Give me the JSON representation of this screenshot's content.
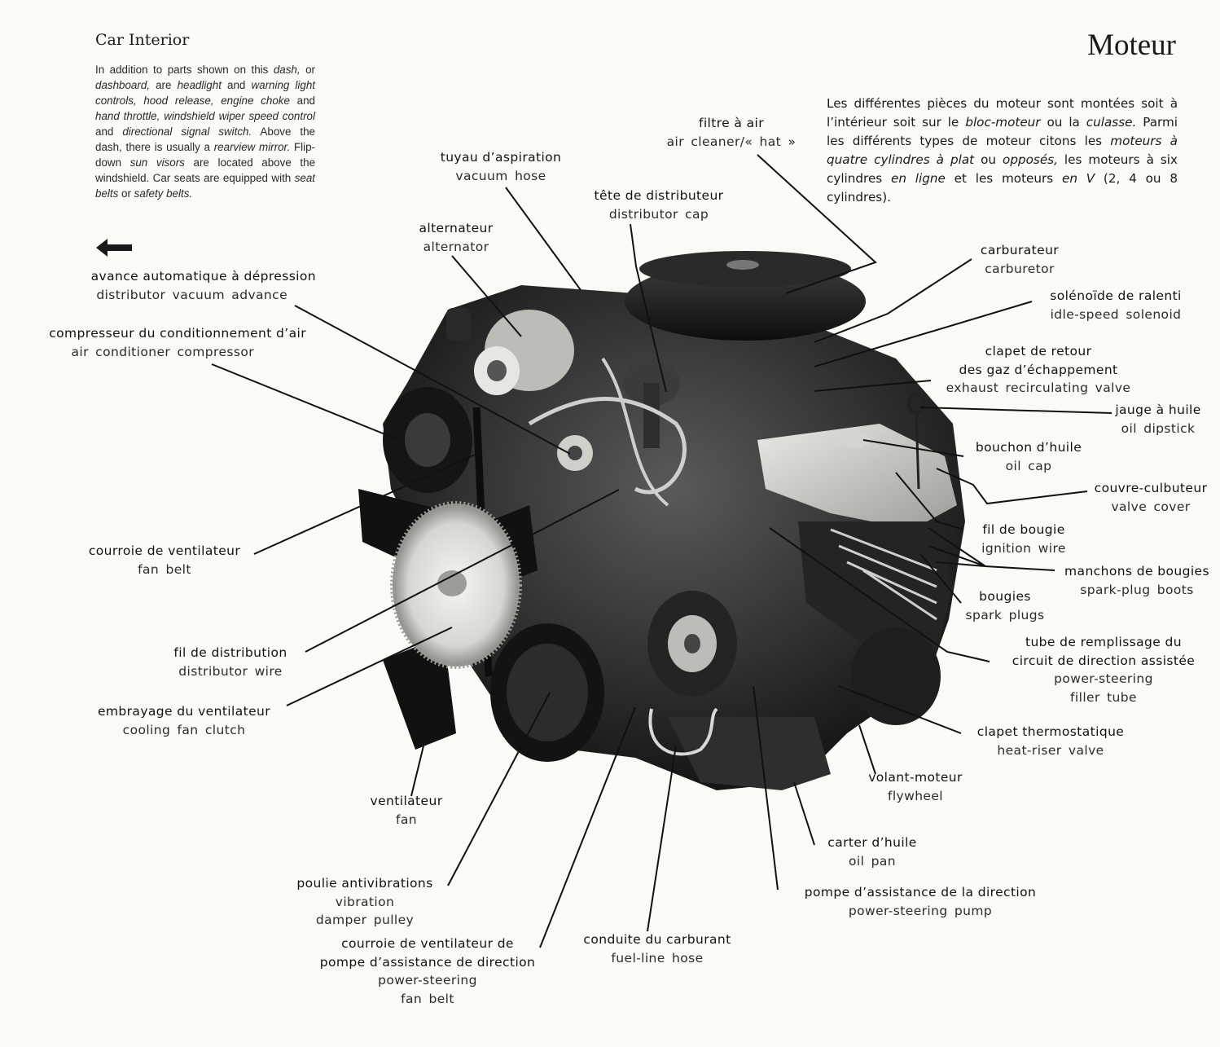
{
  "sidebar": {
    "title": "Car Interior",
    "text_parts": [
      {
        "t": "In addition to parts shown on this ",
        "i": false
      },
      {
        "t": "dash,",
        "i": true
      },
      {
        "t": " or ",
        "i": false
      },
      {
        "t": "dashboard,",
        "i": true
      },
      {
        "t": " are ",
        "i": false
      },
      {
        "t": "headlight",
        "i": true
      },
      {
        "t": " and ",
        "i": false
      },
      {
        "t": "warning light controls,",
        "i": true
      },
      {
        "t": " ",
        "i": false
      },
      {
        "t": "hood release,",
        "i": true
      },
      {
        "t": " ",
        "i": false
      },
      {
        "t": "engine choke",
        "i": true
      },
      {
        "t": " and ",
        "i": false
      },
      {
        "t": "hand throttle,",
        "i": true
      },
      {
        "t": " ",
        "i": false
      },
      {
        "t": "windshield wiper speed control",
        "i": true
      },
      {
        "t": " and ",
        "i": false
      },
      {
        "t": "directional signal switch.",
        "i": true
      },
      {
        "t": " Above the dash, there is usually a ",
        "i": false
      },
      {
        "t": "rearview mirror.",
        "i": true
      },
      {
        "t": " Flip-down ",
        "i": false
      },
      {
        "t": "sun visors",
        "i": true
      },
      {
        "t": " are located above the windshield. Car seats are equipped with ",
        "i": false
      },
      {
        "t": "seat belts",
        "i": true
      },
      {
        "t": " or ",
        "i": false
      },
      {
        "t": "safety belts.",
        "i": true
      }
    ],
    "arrow_icon": "left-arrow-icon"
  },
  "page": {
    "title": "Moteur",
    "intro_parts": [
      {
        "t": "Les différentes pièces du moteur sont montées soit à l’intérieur soit sur le ",
        "i": false
      },
      {
        "t": "bloc-moteur",
        "i": true
      },
      {
        "t": " ou la ",
        "i": false
      },
      {
        "t": "culasse.",
        "i": true
      },
      {
        "t": " Parmi les différents types de moteur citons les ",
        "i": false
      },
      {
        "t": "moteurs à quatre cylindres à plat",
        "i": true
      },
      {
        "t": " ou ",
        "i": false
      },
      {
        "t": "opposés,",
        "i": true
      },
      {
        "t": " les moteurs à six cylindres ",
        "i": false
      },
      {
        "t": "en ligne",
        "i": true
      },
      {
        "t": " et les moteurs ",
        "i": false
      },
      {
        "t": "en V",
        "i": true
      },
      {
        "t": " (2, 4 ou 8 cylindres).",
        "i": false
      }
    ]
  },
  "labels": [
    {
      "id": "filtre-a-air",
      "fr": [
        "filtre à air"
      ],
      "en": [
        "air cleaner/« hat »"
      ]
    },
    {
      "id": "tuyau-aspiration",
      "fr": [
        "tuyau d’aspiration"
      ],
      "en": [
        "vacuum hose"
      ]
    },
    {
      "id": "tete-distributeur",
      "fr": [
        "tête de distributeur"
      ],
      "en": [
        "distributor cap"
      ]
    },
    {
      "id": "alternateur",
      "fr": [
        "alternateur"
      ],
      "en": [
        "alternator"
      ]
    },
    {
      "id": "avance-automatique",
      "fr": [
        "avance automatique à dépression"
      ],
      "en": [
        "distributor vacuum advance"
      ]
    },
    {
      "id": "compresseur",
      "fr": [
        "compresseur du conditionnement d’air"
      ],
      "en": [
        "air conditioner compressor"
      ]
    },
    {
      "id": "courroie-ventilateur",
      "fr": [
        "courroie de ventilateur"
      ],
      "en": [
        "fan belt"
      ]
    },
    {
      "id": "fil-distribution",
      "fr": [
        "fil de distribution"
      ],
      "en": [
        "distributor wire"
      ]
    },
    {
      "id": "embrayage-ventilateur",
      "fr": [
        "embrayage du ventilateur"
      ],
      "en": [
        "cooling fan clutch"
      ]
    },
    {
      "id": "ventilateur",
      "fr": [
        "ventilateur"
      ],
      "en": [
        "fan"
      ]
    },
    {
      "id": "poulie-antivibrations",
      "fr": [
        "poulie antivibrations"
      ],
      "en": [
        "vibration",
        "damper pulley"
      ]
    },
    {
      "id": "courroie-direction",
      "fr": [
        "courroie de ventilateur de",
        "pompe d’assistance de direction"
      ],
      "en": [
        "power-steering",
        "fan belt"
      ]
    },
    {
      "id": "conduite-carburant",
      "fr": [
        "conduite du carburant"
      ],
      "en": [
        "fuel-line hose"
      ]
    },
    {
      "id": "pompe-direction",
      "fr": [
        "pompe d’assistance de la direction"
      ],
      "en": [
        "power-steering pump"
      ]
    },
    {
      "id": "carter-huile",
      "fr": [
        "carter d’huile"
      ],
      "en": [
        "oil pan"
      ]
    },
    {
      "id": "volant-moteur",
      "fr": [
        "volant-moteur"
      ],
      "en": [
        "flywheel"
      ]
    },
    {
      "id": "clapet-thermostatique",
      "fr": [
        "clapet thermostatique"
      ],
      "en": [
        "heat-riser valve"
      ]
    },
    {
      "id": "tube-remplissage",
      "fr": [
        "tube de remplissage du",
        "circuit de direction assistée"
      ],
      "en": [
        "power-steering",
        "filler tube"
      ]
    },
    {
      "id": "bougies",
      "fr": [
        "bougies"
      ],
      "en": [
        "spark plugs"
      ]
    },
    {
      "id": "manchons-bougies",
      "fr": [
        "manchons de bougies"
      ],
      "en": [
        "spark-plug boots"
      ]
    },
    {
      "id": "fil-bougie",
      "fr": [
        "fil de bougie"
      ],
      "en": [
        "ignition wire"
      ]
    },
    {
      "id": "couvre-culbuteur",
      "fr": [
        "couvre-culbuteur"
      ],
      "en": [
        "valve cover"
      ]
    },
    {
      "id": "bouchon-huile",
      "fr": [
        "bouchon d’huile"
      ],
      "en": [
        "oil cap"
      ]
    },
    {
      "id": "jauge-huile",
      "fr": [
        "jauge à huile"
      ],
      "en": [
        "oil dipstick"
      ]
    },
    {
      "id": "clapet-retour",
      "fr": [
        "clapet de retour",
        "des gaz d’échappement"
      ],
      "en": [
        "exhaust recirculating valve"
      ]
    },
    {
      "id": "solenoide-ralenti",
      "fr": [
        "solénoïde de ralenti"
      ],
      "en": [
        "idle-speed solenoid"
      ]
    },
    {
      "id": "carburateur",
      "fr": [
        "carburateur"
      ],
      "en": [
        "carburetor"
      ]
    }
  ]
}
